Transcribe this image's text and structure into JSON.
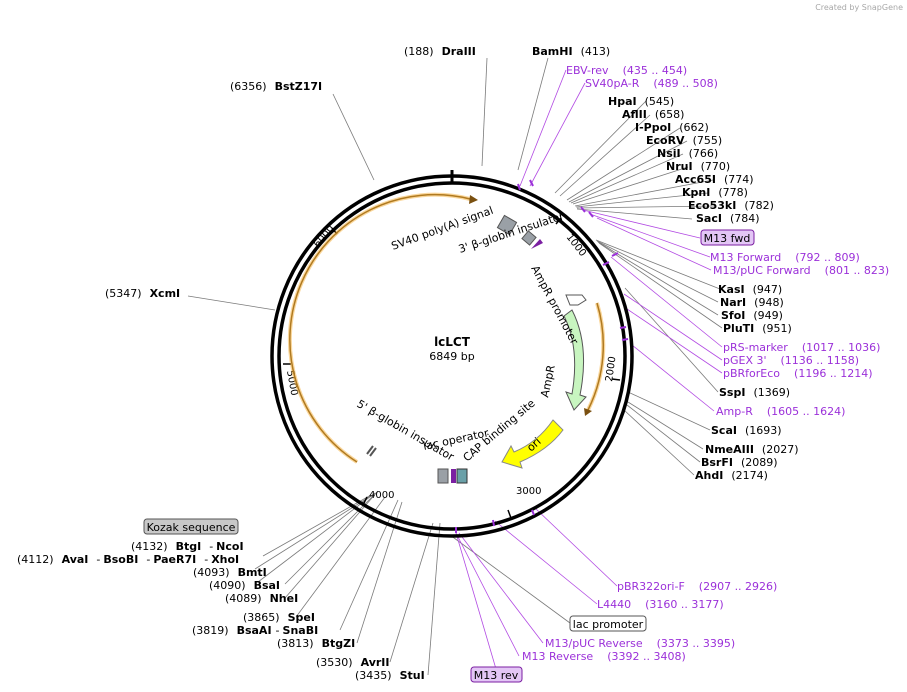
{
  "credit": "Created by SnapGene",
  "plasmid": {
    "name": "lcLCT",
    "size_label": "6849 bp",
    "length": 6849
  },
  "ring_ticks": [
    "1000",
    "2000",
    "3000",
    "4000",
    "5000",
    "6000"
  ],
  "features": [
    {
      "name": "SV40 poly(A) signal",
      "kind": "polya"
    },
    {
      "name": "3' β-globin insulator",
      "kind": "insulator"
    },
    {
      "name": "AmpR promoter",
      "kind": "promoter"
    },
    {
      "name": "AmpR",
      "kind": "cds"
    },
    {
      "name": "ori",
      "kind": "ori"
    },
    {
      "name": "CAP binding site",
      "kind": "protein_bind"
    },
    {
      "name": "lac operator",
      "kind": "protein_bind"
    },
    {
      "name": "5' β-globin insulator",
      "kind": "insulator"
    }
  ],
  "labels": [
    {
      "pos": "(188)",
      "name": "DraIII"
    },
    {
      "name": "BamHI",
      "pos": "(413)"
    },
    {
      "name": "EBV-rev",
      "range": "(435 .. 454)",
      "primer": true
    },
    {
      "name": "SV40pA-R",
      "range": "(489 .. 508)",
      "primer": true
    },
    {
      "name": "HpaI",
      "pos": "(545)"
    },
    {
      "name": "AflII",
      "pos": "(658)"
    },
    {
      "name": "I-PpoI",
      "pos": "(662)"
    },
    {
      "name": "EcoRV",
      "pos": "(755)"
    },
    {
      "name": "NsiI",
      "pos": "(766)"
    },
    {
      "name": "NruI",
      "pos": "(770)"
    },
    {
      "name": "Acc65I",
      "pos": "(774)"
    },
    {
      "name": "KpnI",
      "pos": "(778)"
    },
    {
      "name": "Eco53kI",
      "pos": "(782)"
    },
    {
      "name": "SacI",
      "pos": "(784)"
    },
    {
      "name": "M13 fwd",
      "boxed": "purple"
    },
    {
      "name": "M13 Forward",
      "range": "(792 .. 809)",
      "primer": true
    },
    {
      "name": "M13/pUC Forward",
      "range": "(801 .. 823)",
      "primer": true
    },
    {
      "name": "KasI",
      "pos": "(947)"
    },
    {
      "name": "NarI",
      "pos": "(948)"
    },
    {
      "name": "SfoI",
      "pos": "(949)"
    },
    {
      "name": "PluTI",
      "pos": "(951)"
    },
    {
      "name": "pRS-marker",
      "range": "(1017 .. 1036)",
      "primer": true
    },
    {
      "name": "pGEX 3'",
      "range": "(1136 .. 1158)",
      "primer": true
    },
    {
      "name": "pBRforEco",
      "range": "(1196 .. 1214)",
      "primer": true
    },
    {
      "name": "SspI",
      "pos": "(1369)"
    },
    {
      "name": "Amp-R",
      "range": "(1605 .. 1624)",
      "primer": true
    },
    {
      "name": "ScaI",
      "pos": "(1693)"
    },
    {
      "name": "NmeAIII",
      "pos": "(2027)"
    },
    {
      "name": "BsrFI",
      "pos": "(2089)"
    },
    {
      "name": "AhdI",
      "pos": "(2174)"
    },
    {
      "name": "pBR322ori-F",
      "range": "(2907 .. 2926)",
      "primer": true
    },
    {
      "name": "L4440",
      "range": "(3160 .. 3177)",
      "primer": true
    },
    {
      "name": "lac promoter",
      "boxed": "white"
    },
    {
      "name": "M13/pUC Reverse",
      "range": "(3373 .. 3395)",
      "primer": true
    },
    {
      "name": "M13 Reverse",
      "range": "(3392 .. 3408)",
      "primer": true
    },
    {
      "name": "M13 rev",
      "boxed": "purple"
    },
    {
      "pos": "(3435)",
      "name": "StuI"
    },
    {
      "pos": "(3530)",
      "name": "AvrII"
    },
    {
      "pos": "(3813)",
      "name": "BtgZI"
    },
    {
      "pos": "(3819)",
      "name": "BsaAI",
      "name2": "SnaBI"
    },
    {
      "pos": "(3865)",
      "name": "SpeI"
    },
    {
      "pos": "(4089)",
      "name": "NheI"
    },
    {
      "pos": "(4090)",
      "name": "BsaI"
    },
    {
      "pos": "(4093)",
      "name": "BmtI"
    },
    {
      "pos": "(4112)",
      "name": "AvaI",
      "name2": "BsoBI",
      "name3": "PaeR7I",
      "name4": "XhoI"
    },
    {
      "pos": "(4132)",
      "name": "BtgI",
      "name2": "NcoI"
    },
    {
      "name": "Kozak sequence",
      "boxed": "gray"
    },
    {
      "pos": "(5347)",
      "name": "XcmI"
    },
    {
      "pos": "(6356)",
      "name": "BstZ17I"
    }
  ],
  "colors": {
    "primer": "#9b30d9",
    "backbone": "#000000",
    "arc": "#f5a623",
    "ampr": "#c8f5c0",
    "ori": "#ffff00",
    "purple_box": "#e3c6f5",
    "gray_box": "#c8c8c8"
  }
}
